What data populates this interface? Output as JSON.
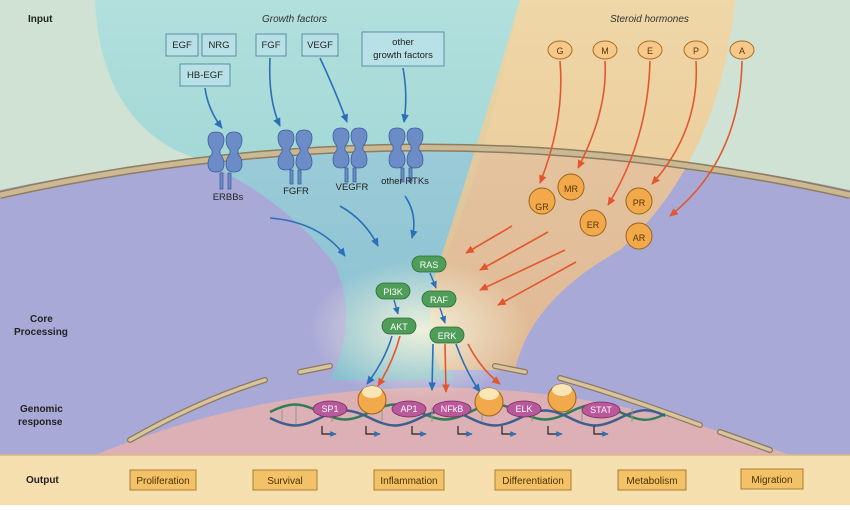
{
  "side_labels": {
    "input": "Input",
    "core_line1": "Core",
    "core_line2": "Processing",
    "genomic_line1": "Genomic",
    "genomic_line2": "response",
    "output": "Output"
  },
  "headings": {
    "growth_factors": "Growth factors",
    "steroid_hormones": "Steroid hormones"
  },
  "growth_factors": {
    "egf": "EGF",
    "nrg": "NRG",
    "hb_egf": "HB-EGF",
    "fgf": "FGF",
    "vegf": "VEGF",
    "other_line1": "other",
    "other_line2": "growth factors"
  },
  "receptors": {
    "erbbs": "ERBBs",
    "fgfr": "FGFR",
    "vegfr": "VEGFR",
    "other_rtks": "other RTKs"
  },
  "hormones": [
    "G",
    "M",
    "E",
    "P",
    "A"
  ],
  "hormone_receptors": {
    "gr": "GR",
    "mr": "MR",
    "er": "ER",
    "pr": "PR",
    "ar": "AR"
  },
  "kinases": {
    "ras": "RAS",
    "pi3k": "PI3K",
    "raf": "RAF",
    "akt": "AKT",
    "erk": "ERK"
  },
  "transcription_factors": [
    "SP1",
    "AP1",
    "NFkB",
    "ELK",
    "STAT"
  ],
  "outputs": [
    "Proliferation",
    "Survival",
    "Inflammation",
    "Differentiation",
    "Metabolism",
    "Migration"
  ],
  "colors": {
    "membrane": "#c8b48e",
    "growth_flow": "#86cfd3",
    "steroid_flow": "#f3c98e",
    "cytoplasm": "#a9a9d8",
    "nucleus": "#dcb0b4",
    "output_band": "#f6dfae",
    "blue_arrow": "#2b6fb7",
    "orange_arrow": "#e4572e",
    "kinase": "#4e9d58",
    "tf": "#b9589a",
    "hormone": "#f1a94b"
  }
}
